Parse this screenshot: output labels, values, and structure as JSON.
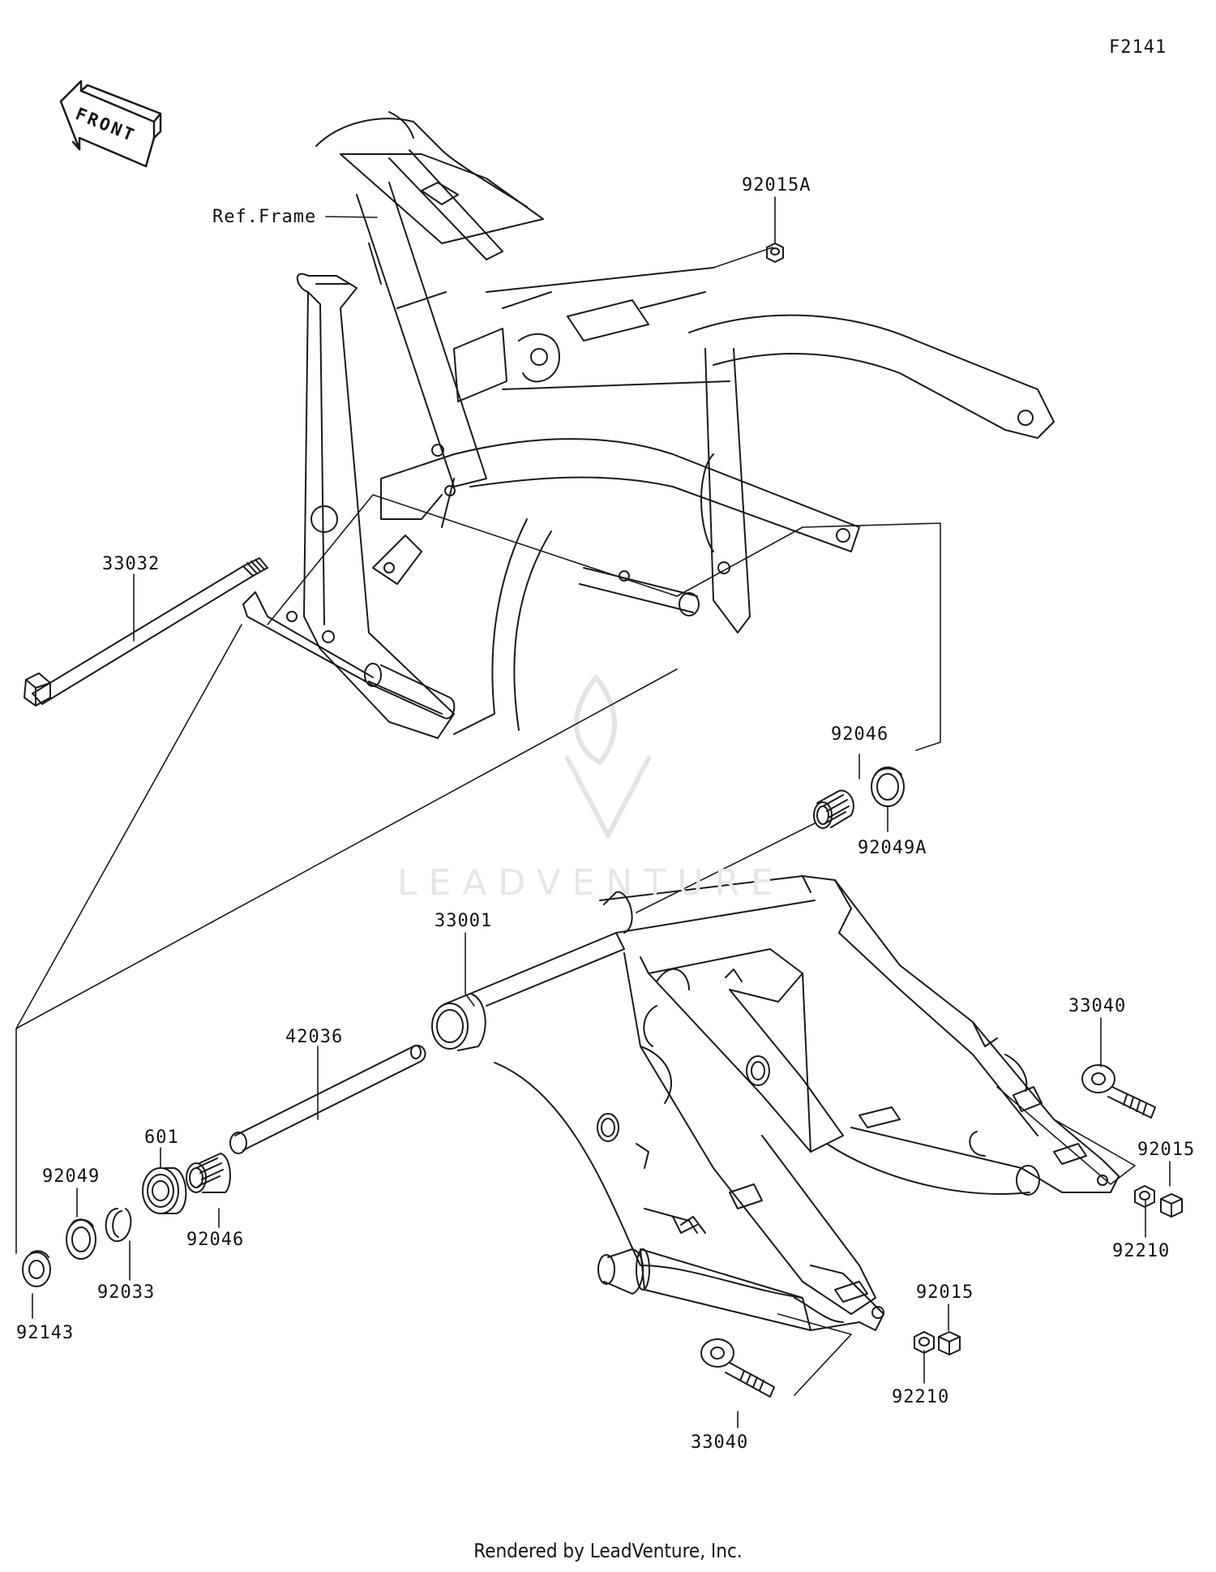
{
  "diagram_id": "F2141",
  "front_badge": "FRONT",
  "watermark": "LEADVENTURE",
  "frame_ref": "Ref.Frame",
  "parts": {
    "p92015A": "92015A",
    "p33032": "33032",
    "p92046_top": "92046",
    "p92049A": "92049A",
    "p33001": "33001",
    "p42036": "42036",
    "p601": "601",
    "p92049": "92049",
    "p92046_bottom": "92046",
    "p92033": "92033",
    "p92143": "92143",
    "p33040_right": "33040",
    "p92015_right": "92015",
    "p92210_right": "92210",
    "p92015_bottom": "92015",
    "p92210_bottom": "92210",
    "p33040_bottom": "33040"
  },
  "footer": "Rendered by LeadVenture, Inc.",
  "colors": {
    "line": "#1a1a1a",
    "watermark": "#e6e6e6"
  }
}
